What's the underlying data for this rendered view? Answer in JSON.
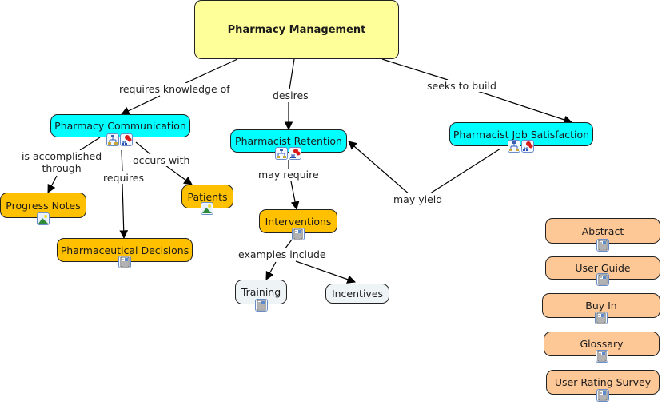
{
  "colors": {
    "root": "#ffff99",
    "cyan": "#00ffff",
    "gold": "#ffc000",
    "pale": "#eef3f6",
    "resource": "#fdc796",
    "line": "#000000"
  },
  "nodes": {
    "pharmacy_management": {
      "label": "Pharmacy Management"
    },
    "pharmacy_communication": {
      "label": "Pharmacy Communication"
    },
    "pharmacist_retention": {
      "label": "Pharmacist Retention"
    },
    "pharmacist_job_satisfaction": {
      "label": "Pharmacist Job Satisfaction"
    },
    "progress_notes": {
      "label": "Progress Notes"
    },
    "patients": {
      "label": "Patients"
    },
    "pharmaceutical_decisions": {
      "label": "Pharmaceutical Decisions"
    },
    "interventions": {
      "label": "Interventions"
    },
    "training": {
      "label": "Training"
    },
    "incentives": {
      "label": "Incentives"
    }
  },
  "linking_phrases": {
    "requires_knowledge_of": "requires knowledge of",
    "desires": "desires",
    "seeks_to_build": "seeks to build",
    "is_accomplished_through": "is accomplished\nthrough",
    "requires": "requires",
    "occurs_with": "occurs with",
    "may_require": "may require",
    "may_yield": "may yield",
    "examples_include": "examples include"
  },
  "resources": [
    {
      "label": "Abstract",
      "icon": "document-icon"
    },
    {
      "label": "User Guide",
      "icon": "document-icon"
    },
    {
      "label": "Buy In",
      "icon": "document-icon"
    },
    {
      "label": "Glossary",
      "icon": "document-icon"
    },
    {
      "label": "User Rating Survey",
      "icon": "document-icon"
    }
  ],
  "icon_types": {
    "concept_map": "concept-map-icon",
    "cmap_link": "cmap-link-icon",
    "image": "image-icon",
    "document": "document-icon"
  }
}
